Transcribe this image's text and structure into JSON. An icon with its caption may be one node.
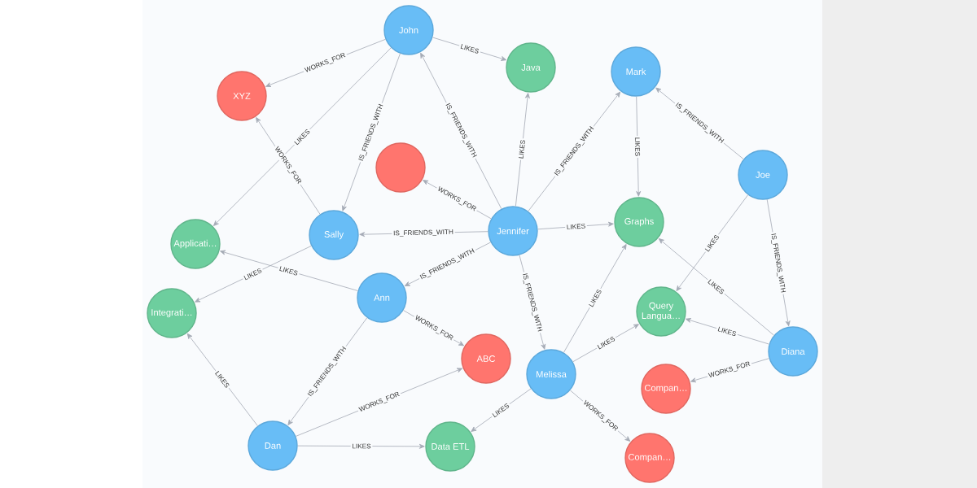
{
  "diagram": {
    "nodes": [
      {
        "text": [
          "John"
        ]
      },
      {
        "text": [
          "Java"
        ]
      },
      {
        "text": [
          "Mark"
        ]
      },
      {
        "text": [
          "XYZ"
        ]
      },
      {
        "text": [],
        "shape": "circle"
      },
      {
        "text": [
          "Joe"
        ]
      },
      {
        "text": [
          "Applicati…"
        ]
      },
      {
        "text": [
          "Sally"
        ]
      },
      {
        "text": [
          "Jennifer"
        ]
      },
      {
        "text": [
          "Graphs"
        ]
      },
      {
        "text": [
          "Integrati…"
        ]
      },
      {
        "text": [
          "Ann"
        ]
      },
      {
        "text": [
          "Query Langua…"
        ]
      },
      {
        "text": [
          "ABC"
        ]
      },
      {
        "text": [
          "Diana"
        ]
      },
      {
        "text": [
          "Melissa"
        ]
      },
      {
        "text": [
          "Compan…"
        ]
      },
      {
        "text": [
          "Dan"
        ]
      },
      {
        "text": [
          "Data ETL"
        ]
      },
      {
        "text": [
          "Compan…"
        ]
      }
    ],
    "edges": [
      {
        "from": 0,
        "to": 3,
        "arrow": "to",
        "label": "WORKS_FOR"
      },
      {
        "from": 0,
        "to": 1,
        "arrow": "to",
        "label": "LIKES"
      },
      {
        "from": 0,
        "to": 6,
        "arrow": "to",
        "label": "LIKES"
      },
      {
        "from": 0,
        "to": 7,
        "arrow": "to",
        "label": "IS_FRIENDS_WITH"
      },
      {
        "from": 8,
        "to": 0,
        "arrow": "to",
        "label": "IS_FRIENDS_WITH"
      },
      {
        "from": 7,
        "to": 3,
        "arrow": "to",
        "label": "WORKS_FOR"
      },
      {
        "from": 8,
        "to": 4,
        "arrow": "to",
        "label": "WORKS_FOR"
      },
      {
        "from": 8,
        "to": 1,
        "arrow": "to",
        "label": "LIKES"
      },
      {
        "from": 8,
        "to": 2,
        "arrow": "to",
        "label": "IS_FRIENDS_WITH"
      },
      {
        "from": 8,
        "to": 7,
        "arrow": "to",
        "label": "IS_FRIENDS_WITH"
      },
      {
        "from": 8,
        "to": 9,
        "arrow": "to",
        "label": "LIKES"
      },
      {
        "from": 8,
        "to": 11,
        "arrow": "to",
        "label": "IS_FRIENDS_WITH"
      },
      {
        "from": 8,
        "to": 15,
        "arrow": "to",
        "label": "IS_FRIENDS_WITH"
      },
      {
        "from": 2,
        "to": 9,
        "arrow": "to",
        "label": "LIKES"
      },
      {
        "from": 5,
        "to": 2,
        "arrow": "to",
        "label": "IS_FRIENDS_WITH"
      },
      {
        "from": 5,
        "to": 12,
        "arrow": "to",
        "label": "LIKES"
      },
      {
        "from": 5,
        "to": 14,
        "arrow": "to",
        "label": "IS_FRIENDS_WITH"
      },
      {
        "from": 7,
        "to": 10,
        "arrow": "to",
        "label": "LIKES"
      },
      {
        "from": 11,
        "to": 6,
        "arrow": "to",
        "label": "LIKES"
      },
      {
        "from": 11,
        "to": 13,
        "arrow": "to",
        "label": "WORKS_FOR"
      },
      {
        "from": 11,
        "to": 17,
        "arrow": "to",
        "label": "IS_FRIENDS_WITH"
      },
      {
        "from": 17,
        "to": 10,
        "arrow": "to",
        "label": "LIKES"
      },
      {
        "from": 17,
        "to": 13,
        "arrow": "to",
        "label": "WORKS_FOR"
      },
      {
        "from": 17,
        "to": 18,
        "arrow": "to",
        "label": "LIKES"
      },
      {
        "from": 15,
        "to": 9,
        "arrow": "to",
        "label": "LIKES"
      },
      {
        "from": 15,
        "to": 12,
        "arrow": "to",
        "label": "LIKES"
      },
      {
        "from": 15,
        "to": 18,
        "arrow": "to",
        "label": "LIKES"
      },
      {
        "from": 15,
        "to": 19,
        "arrow": "to",
        "label": "WORKS_FOR"
      },
      {
        "from": 14,
        "to": 9,
        "arrow": "to",
        "label": "LIKES"
      },
      {
        "from": 14,
        "to": 12,
        "arrow": "to",
        "label": "LIKES"
      },
      {
        "from": 14,
        "to": 16,
        "arrow": "to",
        "label": "WORKS_FOR"
      }
    ]
  }
}
